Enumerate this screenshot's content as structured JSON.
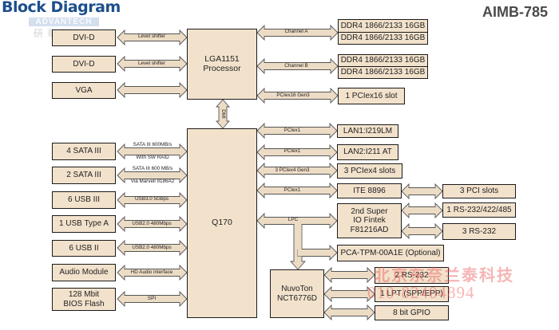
{
  "header": {
    "title": "Block Diagram",
    "model": "AIMB-785"
  },
  "watermarks": {
    "logo": "ADVANTECH",
    "logo_cn": "研華科技",
    "reseller": "北京东奈兰泰科技",
    "phone": "010-82404894"
  },
  "blocks": {
    "cpu": "LGA1151\nProcessor",
    "pch": "Q170",
    "sio": "NuvoTon\nNCT6776D",
    "dvi1": "DVI-D",
    "dvi2": "DVI-D",
    "vga": "VGA",
    "sata4": "4 SATA III",
    "sata2": "2 SATA III",
    "usb3": "6 USB III",
    "usb_a": "1 USB Type A",
    "usb2": "6 USB II",
    "audio": "Audio Module",
    "bios": "128 Mbit\nBIOS Flash",
    "ddr": [
      "DDR4 1866/2133 16GB",
      "DDR4 1866/2133 16GB",
      "DDR4 1866/2133 16GB",
      "DDR4 1866/2133 16GB"
    ],
    "pcie16": "1 PCIex16 slot",
    "lan1": "LAN1:I219LM",
    "lan2": "LAN2:I211 AT",
    "pcie4": "3 PCIex4 slots",
    "ite": "ITE 8896",
    "sio2": "2nd Super\nIO Fintek\nF81216AD",
    "tpm": "PCA-TPM-00A1E (Optional)",
    "pci": "3 PCI slots",
    "rs485": "1 RS-232/422/485",
    "rs232_3": "3 RS-232",
    "rs232_2": "2 RS-232",
    "lpt": "1 LPT (SPP/EPP)",
    "gpio": "8 bit GPIO"
  },
  "links": {
    "dvi1": "Level shifter",
    "dvi2": "Level shifter",
    "sata4_top": "SATA III 600MB/s",
    "sata4_bottom": "With SW RAID",
    "sata2_top": "SATA III 600 MB/s",
    "sata2_bottom": "Via Marvell 9186A2",
    "usb3": "USB3.0 5Gbps",
    "usb_a": "USB2.0 480Mbps",
    "usb2": "USB2.0 480Mbps",
    "audio": "HD Audio interface",
    "bios": "SPI",
    "channel_a": "Channel A",
    "channel_b": "Channel B",
    "pcie16": "PCIex16 Gen3",
    "dmi": "DMI",
    "lan1": "PCIex1",
    "lan2": "PCIex1",
    "pcie4": "3 PCIex4 Gen3",
    "ite": "PCIex1",
    "lpc": "LPC"
  }
}
